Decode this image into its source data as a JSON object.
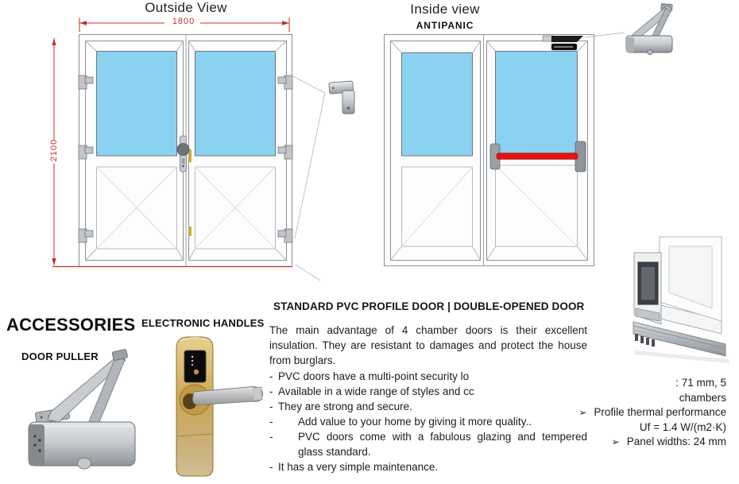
{
  "colors": {
    "dimension_red": "#c42e24",
    "panic_bar_red": "#e31414",
    "glass_blue": "#8bd2f1",
    "handle_gold": "#c7a152",
    "hardware_silver": "#b9bdc1"
  },
  "outside_view": {
    "title": "Outside View",
    "width_dim": "1800",
    "height_dim": "2100"
  },
  "inside_view": {
    "title": "Inside view",
    "subtitle": "ANTIPANIC"
  },
  "accessories": {
    "title": "ACCESSORIES",
    "door_puller_label": "DOOR PULLER",
    "electronic_handles_label": "ELECTRONIC HANDLES"
  },
  "description": {
    "heading": "STANDARD PVC PROFILE DOOR | DOUBLE-OPENED DOOR",
    "intro": "The main advantage of 4 chamber doors is their excellent insulation. They are resistant to damages and protect the house from burglars.",
    "bullets": [
      {
        "dash": "-",
        "text": "PVC doors have a multi-point security lo"
      },
      {
        "dash": "-",
        "text": "Available in a wide range of styles and cc"
      },
      {
        "dash": "-",
        "text": "They are strong and secure."
      },
      {
        "dash": "-",
        "text": "Add value to your home by giving it more quality.."
      },
      {
        "dash": "-",
        "text": "PVC doors come with a fabulous glazing and tempered glass standard."
      },
      {
        "dash": "-",
        "text": "It has a very simple maintenance."
      }
    ]
  },
  "specs": {
    "bullet_glyph": "➢",
    "chambers_value": ": 71 mm, 5",
    "chambers_word": "chambers",
    "thermal_label": "Profile thermal performance",
    "thermal_value": "Uf = 1.4 W/(m2·K)",
    "panel_widths": "Panel widths: 24 mm"
  }
}
